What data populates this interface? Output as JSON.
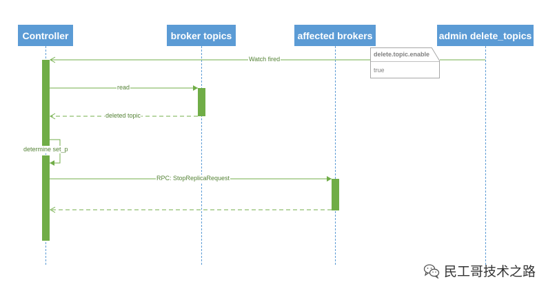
{
  "participants": [
    {
      "id": "controller",
      "label": "Controller"
    },
    {
      "id": "broker_topics",
      "label": "broker topics"
    },
    {
      "id": "affected_brokers",
      "label": "affected brokers"
    },
    {
      "id": "admin",
      "label": "admin delete_topics"
    }
  ],
  "messages": {
    "watch_fired": "Watch fired",
    "read": "read",
    "deleted_topic": "deleted topic",
    "determine_set_p": "determine set_p",
    "rpc": "RPC: StopReplicaRequest"
  },
  "note": {
    "title": "delete.topic.enable",
    "value": "true"
  },
  "watermark": {
    "text": "民工哥技术之路"
  },
  "colors": {
    "participant_fill": "#5b9bd5",
    "activation": "#70ad47",
    "message": "#70ad47",
    "lifeline": "#5b9bd5"
  }
}
